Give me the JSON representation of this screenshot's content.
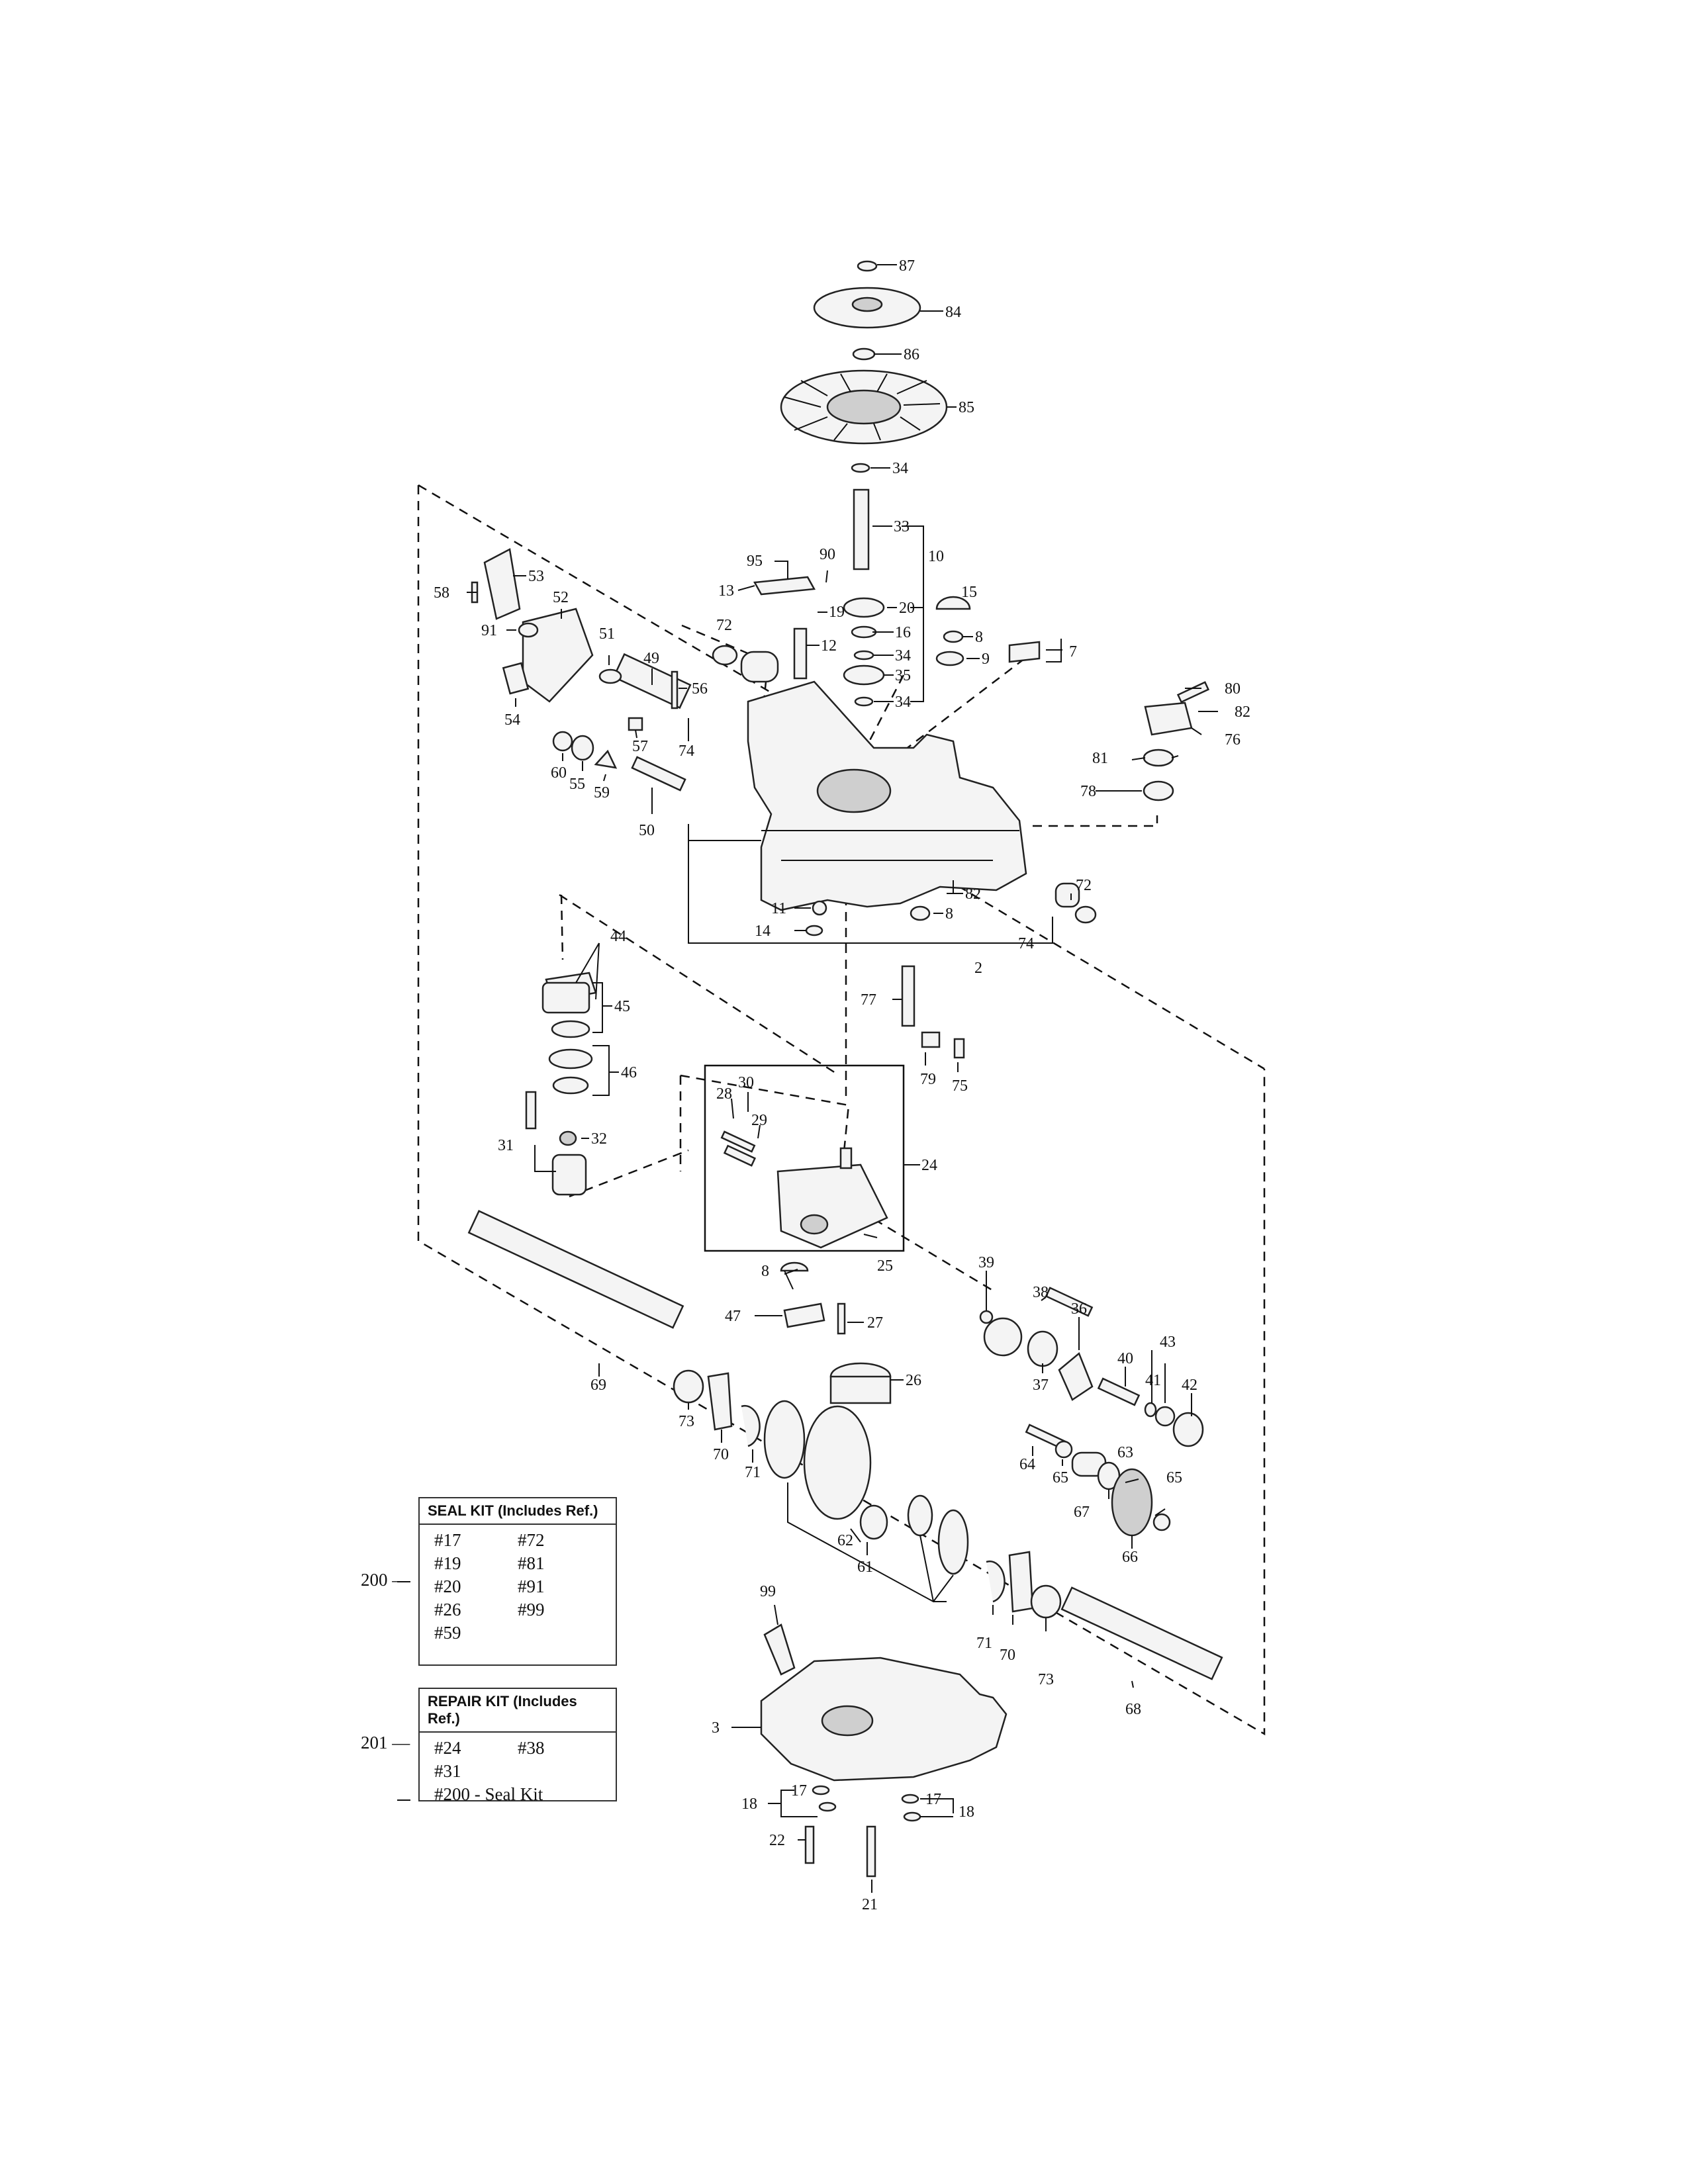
{
  "seal_kit": {
    "ref": "200",
    "title": "SEAL KIT (Includes Ref.)",
    "items": [
      "#17",
      "#72",
      "#19",
      "#81",
      "#20",
      "#91",
      "#26",
      "#99",
      "#59"
    ]
  },
  "repair_kit": {
    "ref": "201",
    "title": "REPAIR KIT (Includes Ref.)",
    "items": [
      "#24",
      "#38",
      "#31",
      "",
      "#200 - Seal Kit"
    ]
  },
  "callouts": [
    {
      "id": "87",
      "text": "87"
    },
    {
      "id": "84",
      "text": "84"
    },
    {
      "id": "86",
      "text": "86"
    },
    {
      "id": "85",
      "text": "85"
    },
    {
      "id": "34a",
      "text": "34"
    },
    {
      "id": "33",
      "text": "33"
    },
    {
      "id": "10",
      "text": "10"
    },
    {
      "id": "95",
      "text": "95"
    },
    {
      "id": "90",
      "text": "90"
    },
    {
      "id": "13",
      "text": "13"
    },
    {
      "id": "19",
      "text": "19"
    },
    {
      "id": "20",
      "text": "20"
    },
    {
      "id": "15",
      "text": "15"
    },
    {
      "id": "16",
      "text": "16"
    },
    {
      "id": "8a",
      "text": "8"
    },
    {
      "id": "34b",
      "text": "34"
    },
    {
      "id": "9",
      "text": "9"
    },
    {
      "id": "7",
      "text": "7"
    },
    {
      "id": "12",
      "text": "12"
    },
    {
      "id": "35",
      "text": "35"
    },
    {
      "id": "34c",
      "text": "34"
    },
    {
      "id": "72a",
      "text": "72"
    },
    {
      "id": "53a",
      "text": "53"
    },
    {
      "id": "58",
      "text": "58"
    },
    {
      "id": "52",
      "text": "52"
    },
    {
      "id": "91",
      "text": "91"
    },
    {
      "id": "51",
      "text": "51"
    },
    {
      "id": "49",
      "text": "49"
    },
    {
      "id": "56",
      "text": "56"
    },
    {
      "id": "54",
      "text": "54"
    },
    {
      "id": "57",
      "text": "57"
    },
    {
      "id": "74a",
      "text": "74"
    },
    {
      "id": "60",
      "text": "60"
    },
    {
      "id": "55",
      "text": "55"
    },
    {
      "id": "59",
      "text": "59"
    },
    {
      "id": "50",
      "text": "50"
    },
    {
      "id": "80",
      "text": "80"
    },
    {
      "id": "82a",
      "text": "82"
    },
    {
      "id": "76",
      "text": "76"
    },
    {
      "id": "81",
      "text": "81"
    },
    {
      "id": "78",
      "text": "78"
    },
    {
      "id": "82b",
      "text": "82"
    },
    {
      "id": "8b",
      "text": "8"
    },
    {
      "id": "72b",
      "text": "72"
    },
    {
      "id": "11",
      "text": "11"
    },
    {
      "id": "14",
      "text": "14"
    },
    {
      "id": "74b",
      "text": "74"
    },
    {
      "id": "2",
      "text": "2"
    },
    {
      "id": "44",
      "text": "44"
    },
    {
      "id": "45",
      "text": "45"
    },
    {
      "id": "46",
      "text": "46"
    },
    {
      "id": "31",
      "text": "31"
    },
    {
      "id": "32",
      "text": "32"
    },
    {
      "id": "77",
      "text": "77"
    },
    {
      "id": "79",
      "text": "79"
    },
    {
      "id": "75",
      "text": "75"
    },
    {
      "id": "28",
      "text": "28"
    },
    {
      "id": "30",
      "text": "30"
    },
    {
      "id": "29",
      "text": "29"
    },
    {
      "id": "24",
      "text": "24"
    },
    {
      "id": "25",
      "text": "25"
    },
    {
      "id": "8c",
      "text": "8"
    },
    {
      "id": "47",
      "text": "47"
    },
    {
      "id": "27",
      "text": "27"
    },
    {
      "id": "26",
      "text": "26"
    },
    {
      "id": "39",
      "text": "39"
    },
    {
      "id": "38",
      "text": "38"
    },
    {
      "id": "36",
      "text": "36"
    },
    {
      "id": "37",
      "text": "37"
    },
    {
      "id": "40",
      "text": "40"
    },
    {
      "id": "43",
      "text": "43"
    },
    {
      "id": "41",
      "text": "41"
    },
    {
      "id": "42",
      "text": "42"
    },
    {
      "id": "69",
      "text": "69"
    },
    {
      "id": "73a",
      "text": "73"
    },
    {
      "id": "70a",
      "text": "70"
    },
    {
      "id": "71a",
      "text": "71"
    },
    {
      "id": "64",
      "text": "64"
    },
    {
      "id": "65a",
      "text": "65"
    },
    {
      "id": "63",
      "text": "63"
    },
    {
      "id": "67",
      "text": "67"
    },
    {
      "id": "65b",
      "text": "65"
    },
    {
      "id": "66",
      "text": "66"
    },
    {
      "id": "62",
      "text": "62"
    },
    {
      "id": "61",
      "text": "61"
    },
    {
      "id": "99",
      "text": "99"
    },
    {
      "id": "71b",
      "text": "71"
    },
    {
      "id": "70b",
      "text": "70"
    },
    {
      "id": "73b",
      "text": "73"
    },
    {
      "id": "68",
      "text": "68"
    },
    {
      "id": "3",
      "text": "3"
    },
    {
      "id": "18a",
      "text": "18"
    },
    {
      "id": "17a",
      "text": "17"
    },
    {
      "id": "22",
      "text": "22"
    },
    {
      "id": "17b",
      "text": "17"
    },
    {
      "id": "18b",
      "text": "18"
    },
    {
      "id": "21",
      "text": "21"
    }
  ]
}
